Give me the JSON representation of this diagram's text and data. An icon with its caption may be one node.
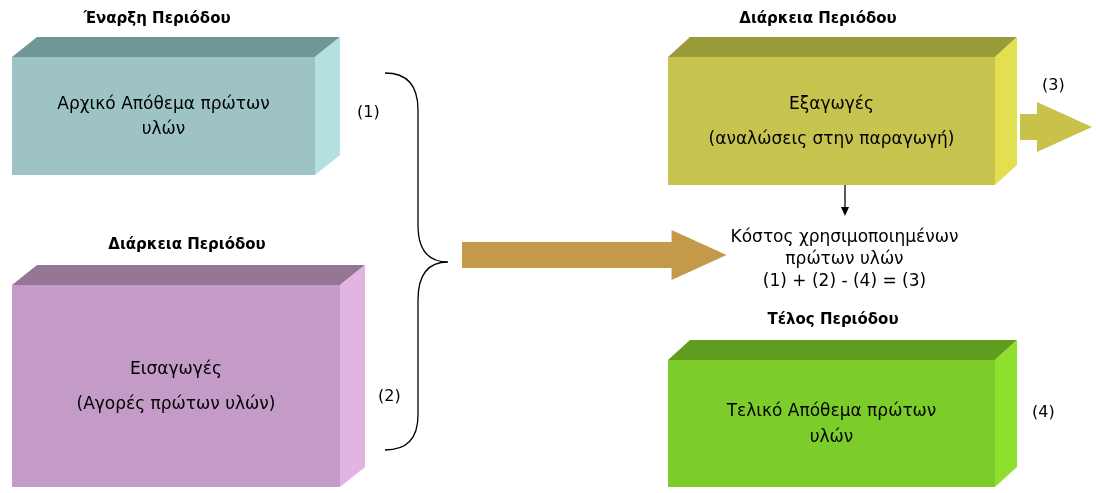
{
  "diagram": {
    "nodes": [
      {
        "text": [
          "Έναρξη Περιόδου",
          "Αρχικό Απόθεμα πρώτων υλών"
        ],
        "beside": [
          "(1)"
        ]
      },
      {
        "text": [
          "Διάρκεια Περιόδου",
          "Εισαγωγές",
          "(Αγορές πρώτων υλών)"
        ],
        "beside": [
          "(2)"
        ]
      },
      {
        "text": [
          "Διάρκεια Περιόδου",
          "Εξαγωγές",
          "(αναλώσεις στην παραγωγή)"
        ],
        "beside": [
          "(3)"
        ]
      },
      {
        "text": [
          "Κόστος χρησιμοποιημένων πρώτων υλών",
          "(1) + (2) - (4) = (3)"
        ]
      },
      {
        "text": [
          "Τέλος Περιόδου",
          "Τελικό Απόθεμα πρώτων υλών"
        ],
        "beside": [
          "(4)"
        ]
      }
    ],
    "edges": [
      {
        "from": null,
        "to": 3,
        "arrow": "to",
        "style": "thick",
        "color": "#c49a4a"
      },
      {
        "from": 2,
        "to": 3,
        "arrow": "to",
        "color": "#000000"
      },
      {
        "from": 2,
        "to": null,
        "arrow": "to",
        "style": "thick",
        "color": "#c8c24a"
      }
    ]
  }
}
